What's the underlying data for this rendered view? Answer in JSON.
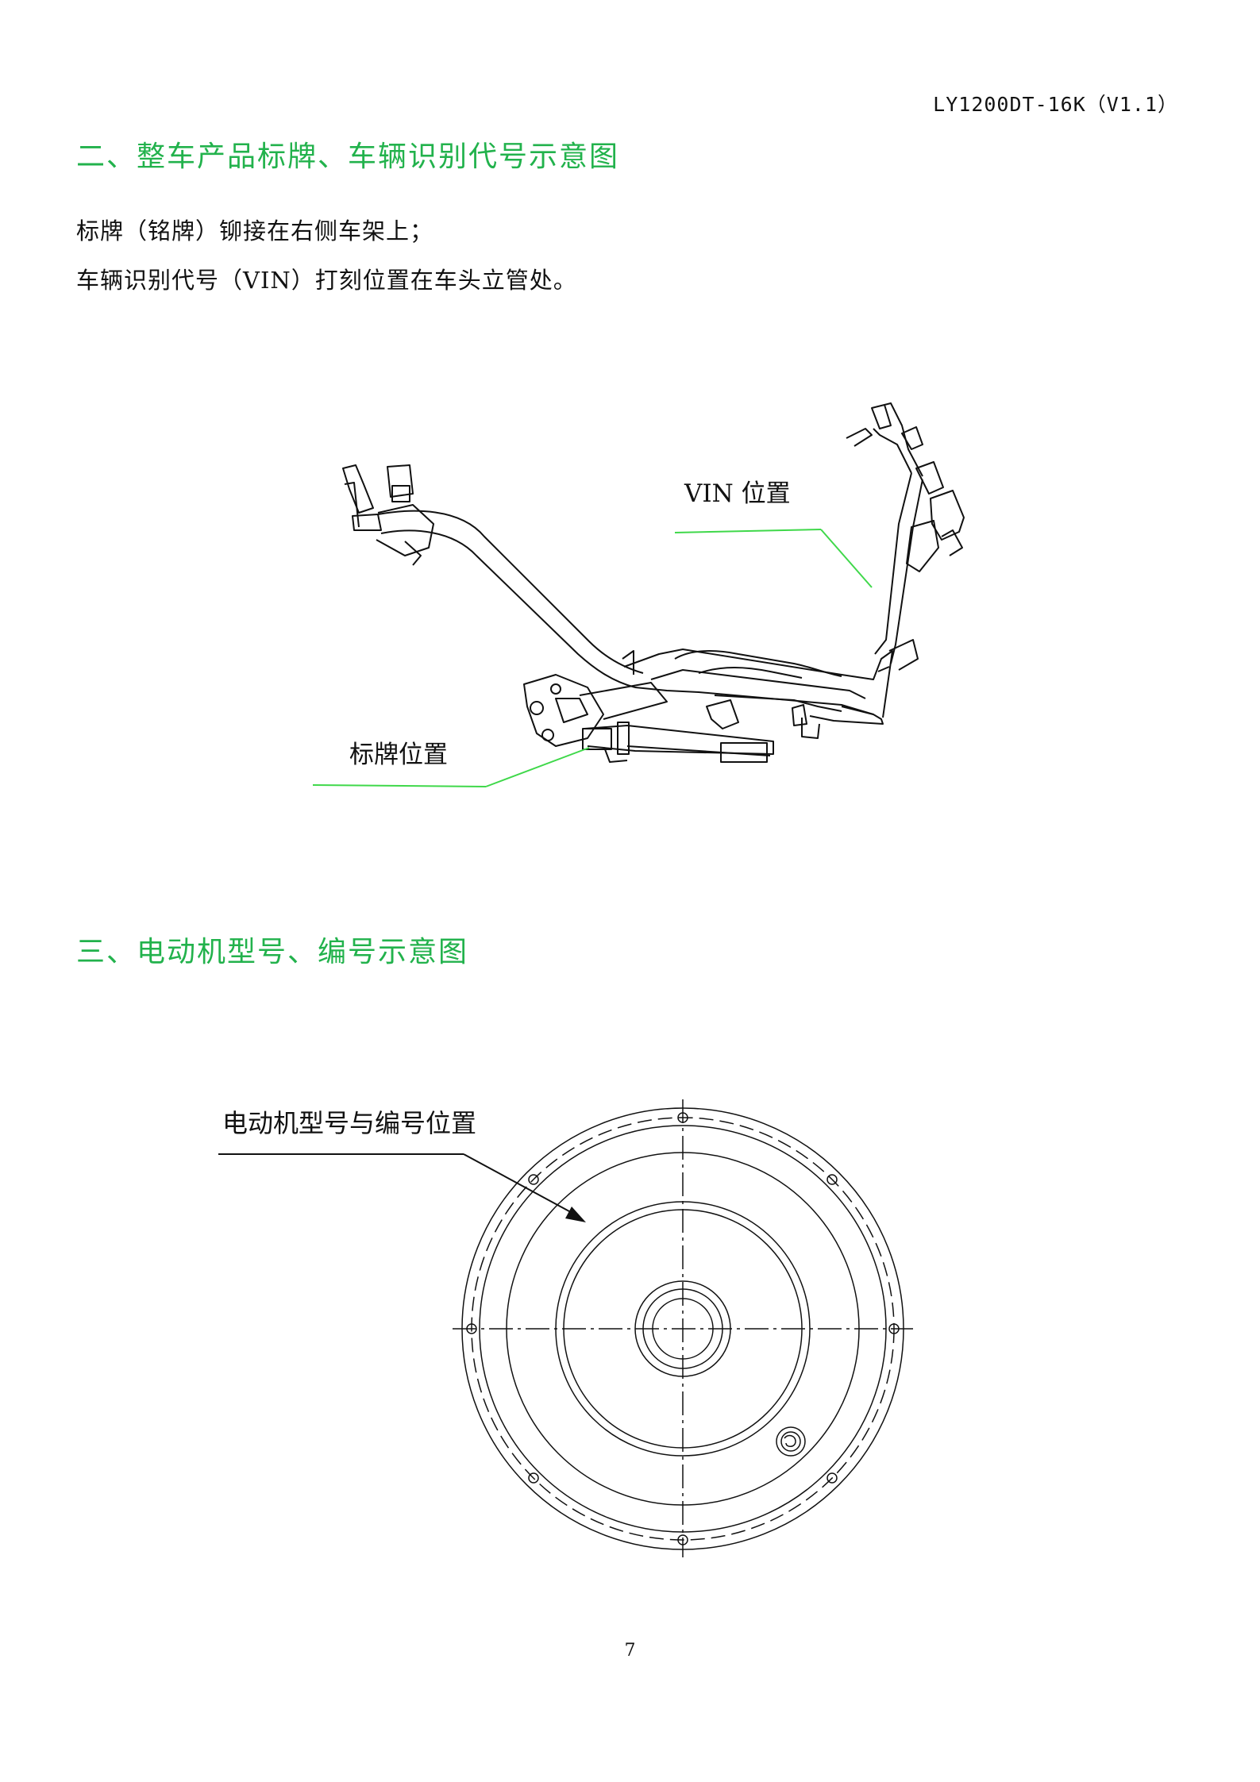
{
  "header": {
    "doc_code": "LY1200DT-16K（V1.1）"
  },
  "section2": {
    "heading": "二、整车产品标牌、车辆识别代号示意图",
    "lines": [
      "标牌（铭牌）铆接在右侧车架上；",
      "车辆识别代号（VIN）打刻位置在车头立管处。"
    ],
    "callouts": {
      "vin": "VIN 位置",
      "plate": "标牌位置"
    }
  },
  "section3": {
    "heading": "三、电动机型号、编号示意图",
    "callouts": {
      "motor": "电动机型号与编号位置"
    }
  },
  "footer": {
    "page_number": "7"
  },
  "colors": {
    "heading": "#22b24c",
    "leader": "#3fd84a"
  }
}
